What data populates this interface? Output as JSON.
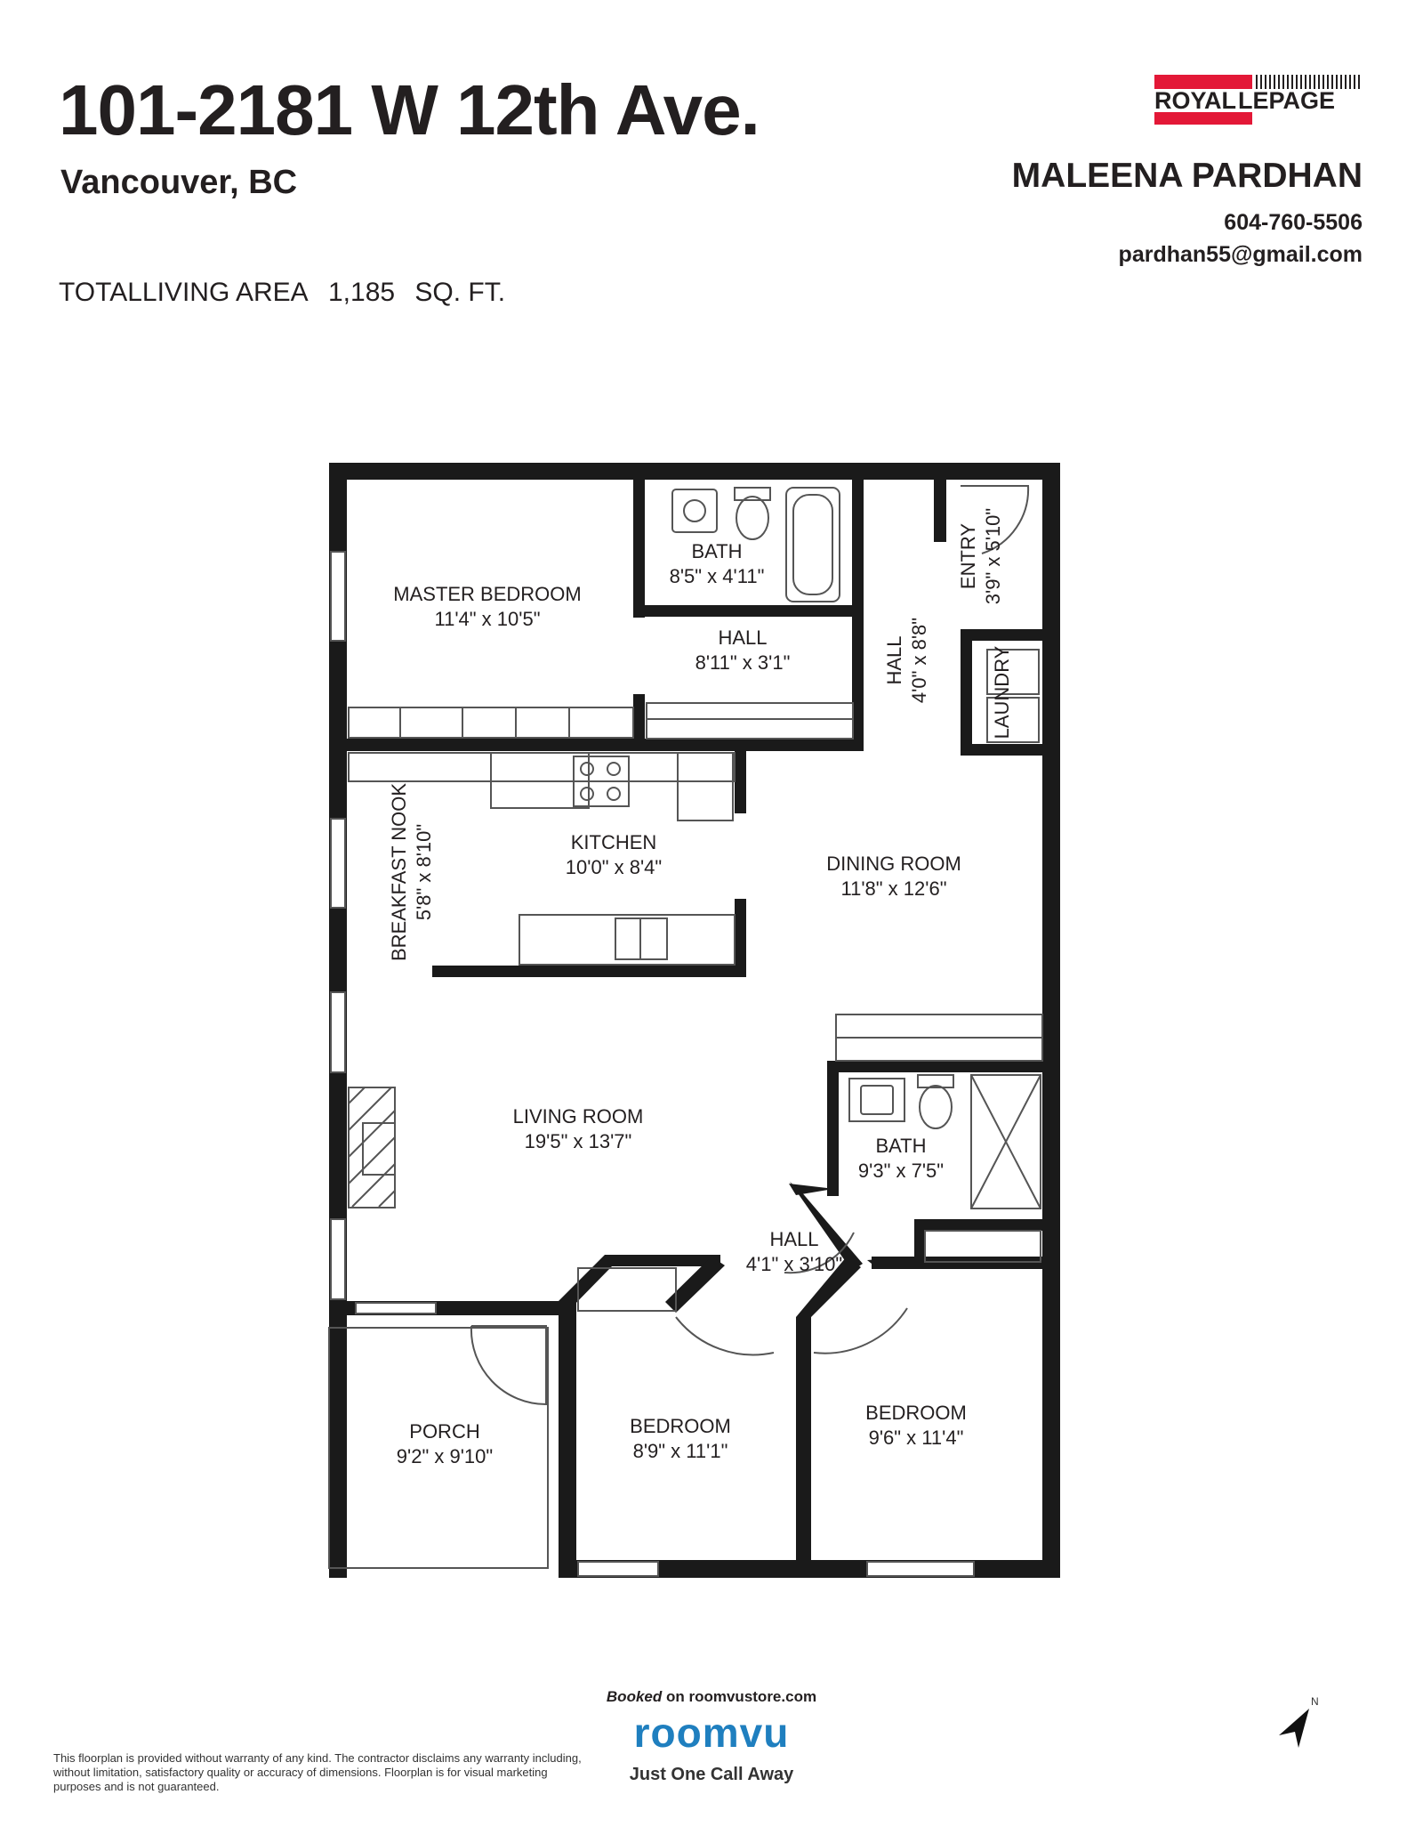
{
  "listing": {
    "address": "101-2181 W 12th Ave.",
    "city": "Vancouver, BC",
    "area_label": "TOTALLIVING AREA",
    "area_value": "1,185",
    "area_unit": "SQ. FT."
  },
  "agent": {
    "brokerage_line1": "ROYAL",
    "brokerage_line2": "LEPAGE",
    "name": "MALEENA PARDHAN",
    "phone": "604-760-5506",
    "email": "pardhan55@gmail.com"
  },
  "rooms": [
    {
      "name": "MASTER BEDROOM",
      "dims": "11'4\" x 10'5\""
    },
    {
      "name": "BATH",
      "dims": "8'5\" x 4'11\""
    },
    {
      "name": "HALL",
      "dims": "8'11\" x 3'1\""
    },
    {
      "name": "HALL",
      "dims": "4'0\" x 8'8\""
    },
    {
      "name": "ENTRY",
      "dims": "3'9\" x 5'10\""
    },
    {
      "name": "LAUNDRY",
      "dims": ""
    },
    {
      "name": "BREAKFAST NOOK",
      "dims": "5'8\" x 8'10\""
    },
    {
      "name": "KITCHEN",
      "dims": "10'0\" x 8'4\""
    },
    {
      "name": "DINING ROOM",
      "dims": "11'8\" x 12'6\""
    },
    {
      "name": "LIVING ROOM",
      "dims": "19'5\" x 13'7\""
    },
    {
      "name": "BATH",
      "dims": "9'3\" x 7'5\""
    },
    {
      "name": "HALL",
      "dims": "4'1\" x 3'10\""
    },
    {
      "name": "PORCH",
      "dims": "9'2\" x 9'10\""
    },
    {
      "name": "BEDROOM",
      "dims": "8'9\" x 11'1\""
    },
    {
      "name": "BEDROOM",
      "dims": "9'6\" x 11'4\""
    }
  ],
  "footer": {
    "booked_prefix": "Booked",
    "booked_suffix": "on roomvustore.com",
    "brand": "roomvu",
    "tagline": "Just One Call Away",
    "disclaimer": "This floorplan is provided without warranty of any kind. The contractor disclaims any warranty including, without limitation, satisfactory quality or accuracy of dimensions. Floorplan is for visual marketing purposes and is not guaranteed.",
    "compass_label": "N"
  },
  "colors": {
    "wall": "#1a1a1a",
    "brand_red": "#e31837",
    "roomvu_blue": "#1f7fbf"
  }
}
